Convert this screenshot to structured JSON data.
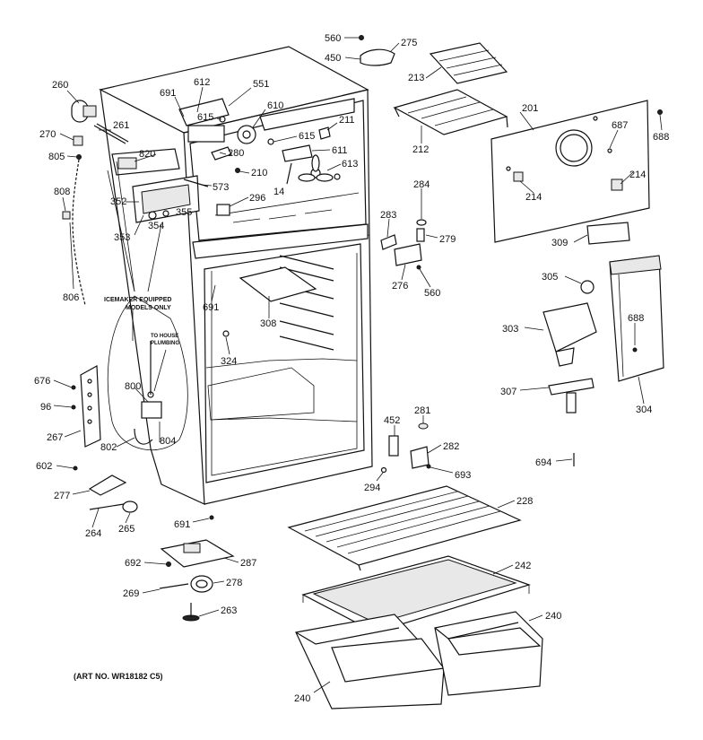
{
  "labels": {
    "p260": "260",
    "p261": "261",
    "p270": "270",
    "p805": "805",
    "p808": "808",
    "p806": "806",
    "p691a": "691",
    "p612": "612",
    "p551": "551",
    "p610": "610",
    "p615a": "615",
    "p615b": "615",
    "p211": "211",
    "p611": "611",
    "p613": "613",
    "p820": "820",
    "p280": "280",
    "p210": "210",
    "p14": "14",
    "p573": "573",
    "p296": "296",
    "p352": "352",
    "p355": "355",
    "p354": "354",
    "p353": "353",
    "p560a": "560",
    "p275": "275",
    "p450": "450",
    "p213": "213",
    "p212": "212",
    "p201": "201",
    "p687": "687",
    "p688a": "688",
    "p214a": "214",
    "p214b": "214",
    "p284": "284",
    "p283": "283",
    "p279": "279",
    "p276": "276",
    "p560b": "560",
    "p309": "309",
    "p305": "305",
    "p303": "303",
    "p688b": "688",
    "p307": "307",
    "p304": "304",
    "p691b": "691",
    "p308": "308",
    "p324": "324",
    "p676": "676",
    "p96": "96",
    "p267": "267",
    "p800": "800",
    "p802": "802",
    "p804": "804",
    "p602": "602",
    "p277": "277",
    "p264": "264",
    "p265": "265",
    "p691c": "691",
    "p452": "452",
    "p281": "281",
    "p282": "282",
    "p693": "693",
    "p694": "694",
    "p294": "294",
    "p228": "228",
    "p242": "242",
    "p240a": "240",
    "p240b": "240",
    "p692": "692",
    "p287": "287",
    "p269": "269",
    "p278": "278",
    "p263": "263"
  },
  "notes": {
    "icemaker_1": "ICEMAKER EQUIPPED",
    "icemaker_2": "MODELS ONLY",
    "plumbing_1": "TO HOUSE",
    "plumbing_2": "PLUMBING"
  },
  "art_number": "(ART NO. WR18182 C5)"
}
